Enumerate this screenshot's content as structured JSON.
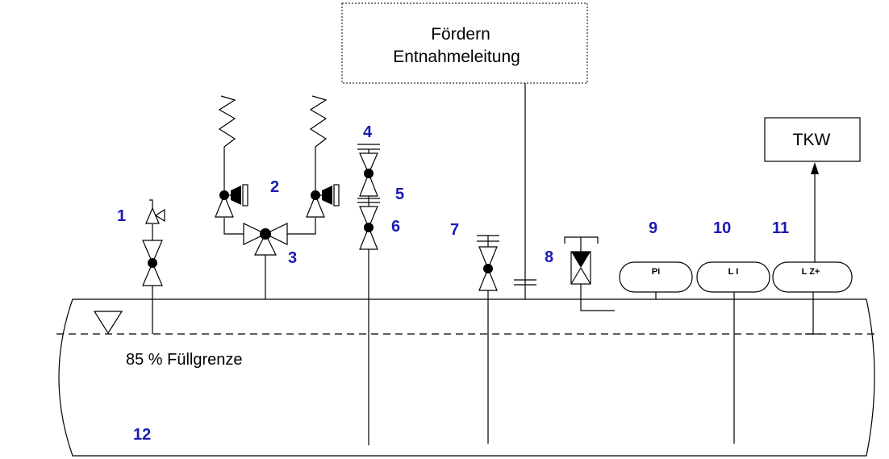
{
  "colors": {
    "label_blue": "#1a1ab4",
    "line": "#000000"
  },
  "box_top": {
    "line1": "Fördern",
    "line2": "Entnahmeleitung"
  },
  "box_tkw": "TKW",
  "fill_limit": "85 % Füllgrenze",
  "instruments": {
    "pi": "PI",
    "li": "L I",
    "lz": "L Z+"
  },
  "numbers": {
    "n1": "1",
    "n2": "2",
    "n3": "3",
    "n4": "4",
    "n5": "5",
    "n6": "6",
    "n7": "7",
    "n8": "8",
    "n9": "9",
    "n10": "10",
    "n11": "11",
    "n12": "12"
  }
}
